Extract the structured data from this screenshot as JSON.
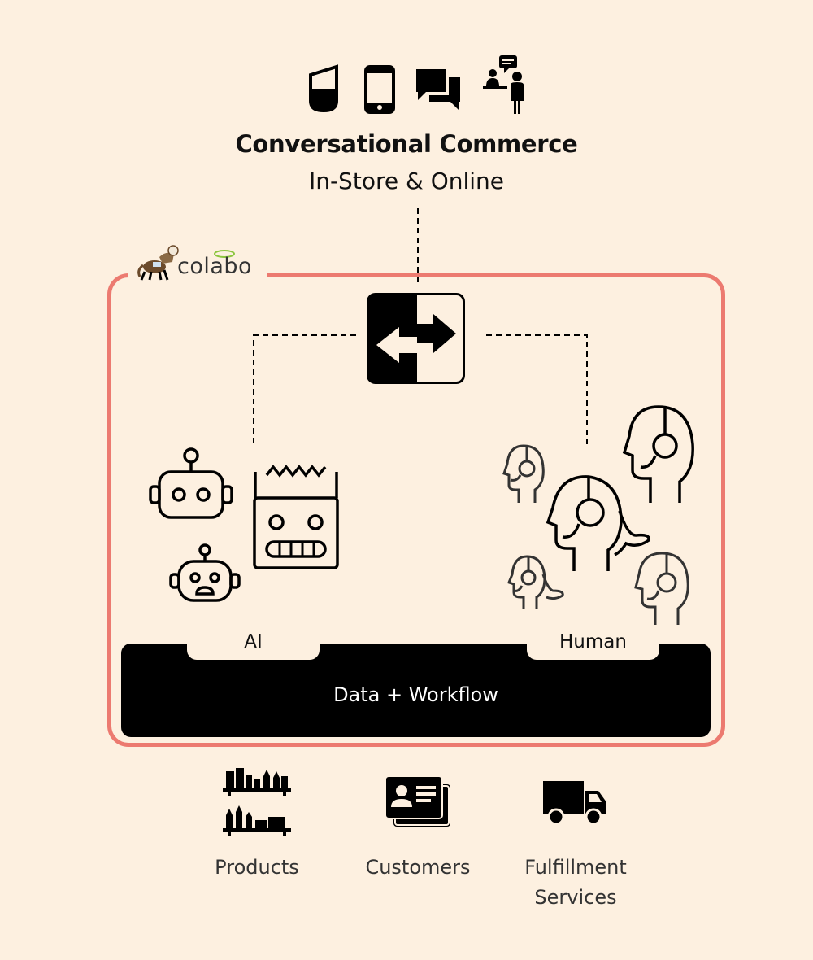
{
  "header": {
    "title": "Conversational Commerce",
    "subtitle": "In-Store & Online"
  },
  "brand": {
    "logo_text": "colabo",
    "frame_color": "#ec7a70"
  },
  "platform": {
    "ai_label": "AI",
    "human_label": "Human",
    "base_label": "Data + Workflow"
  },
  "resources": [
    {
      "label": "Products",
      "icon": "shelves-icon"
    },
    {
      "label": "Customers",
      "icon": "id-card-icon"
    },
    {
      "label": "Fulfillment Services",
      "icon": "truck-icon"
    }
  ],
  "channels": [
    "smart-speaker-icon",
    "smartphone-icon",
    "chat-icon",
    "in-store-agent-icon"
  ]
}
